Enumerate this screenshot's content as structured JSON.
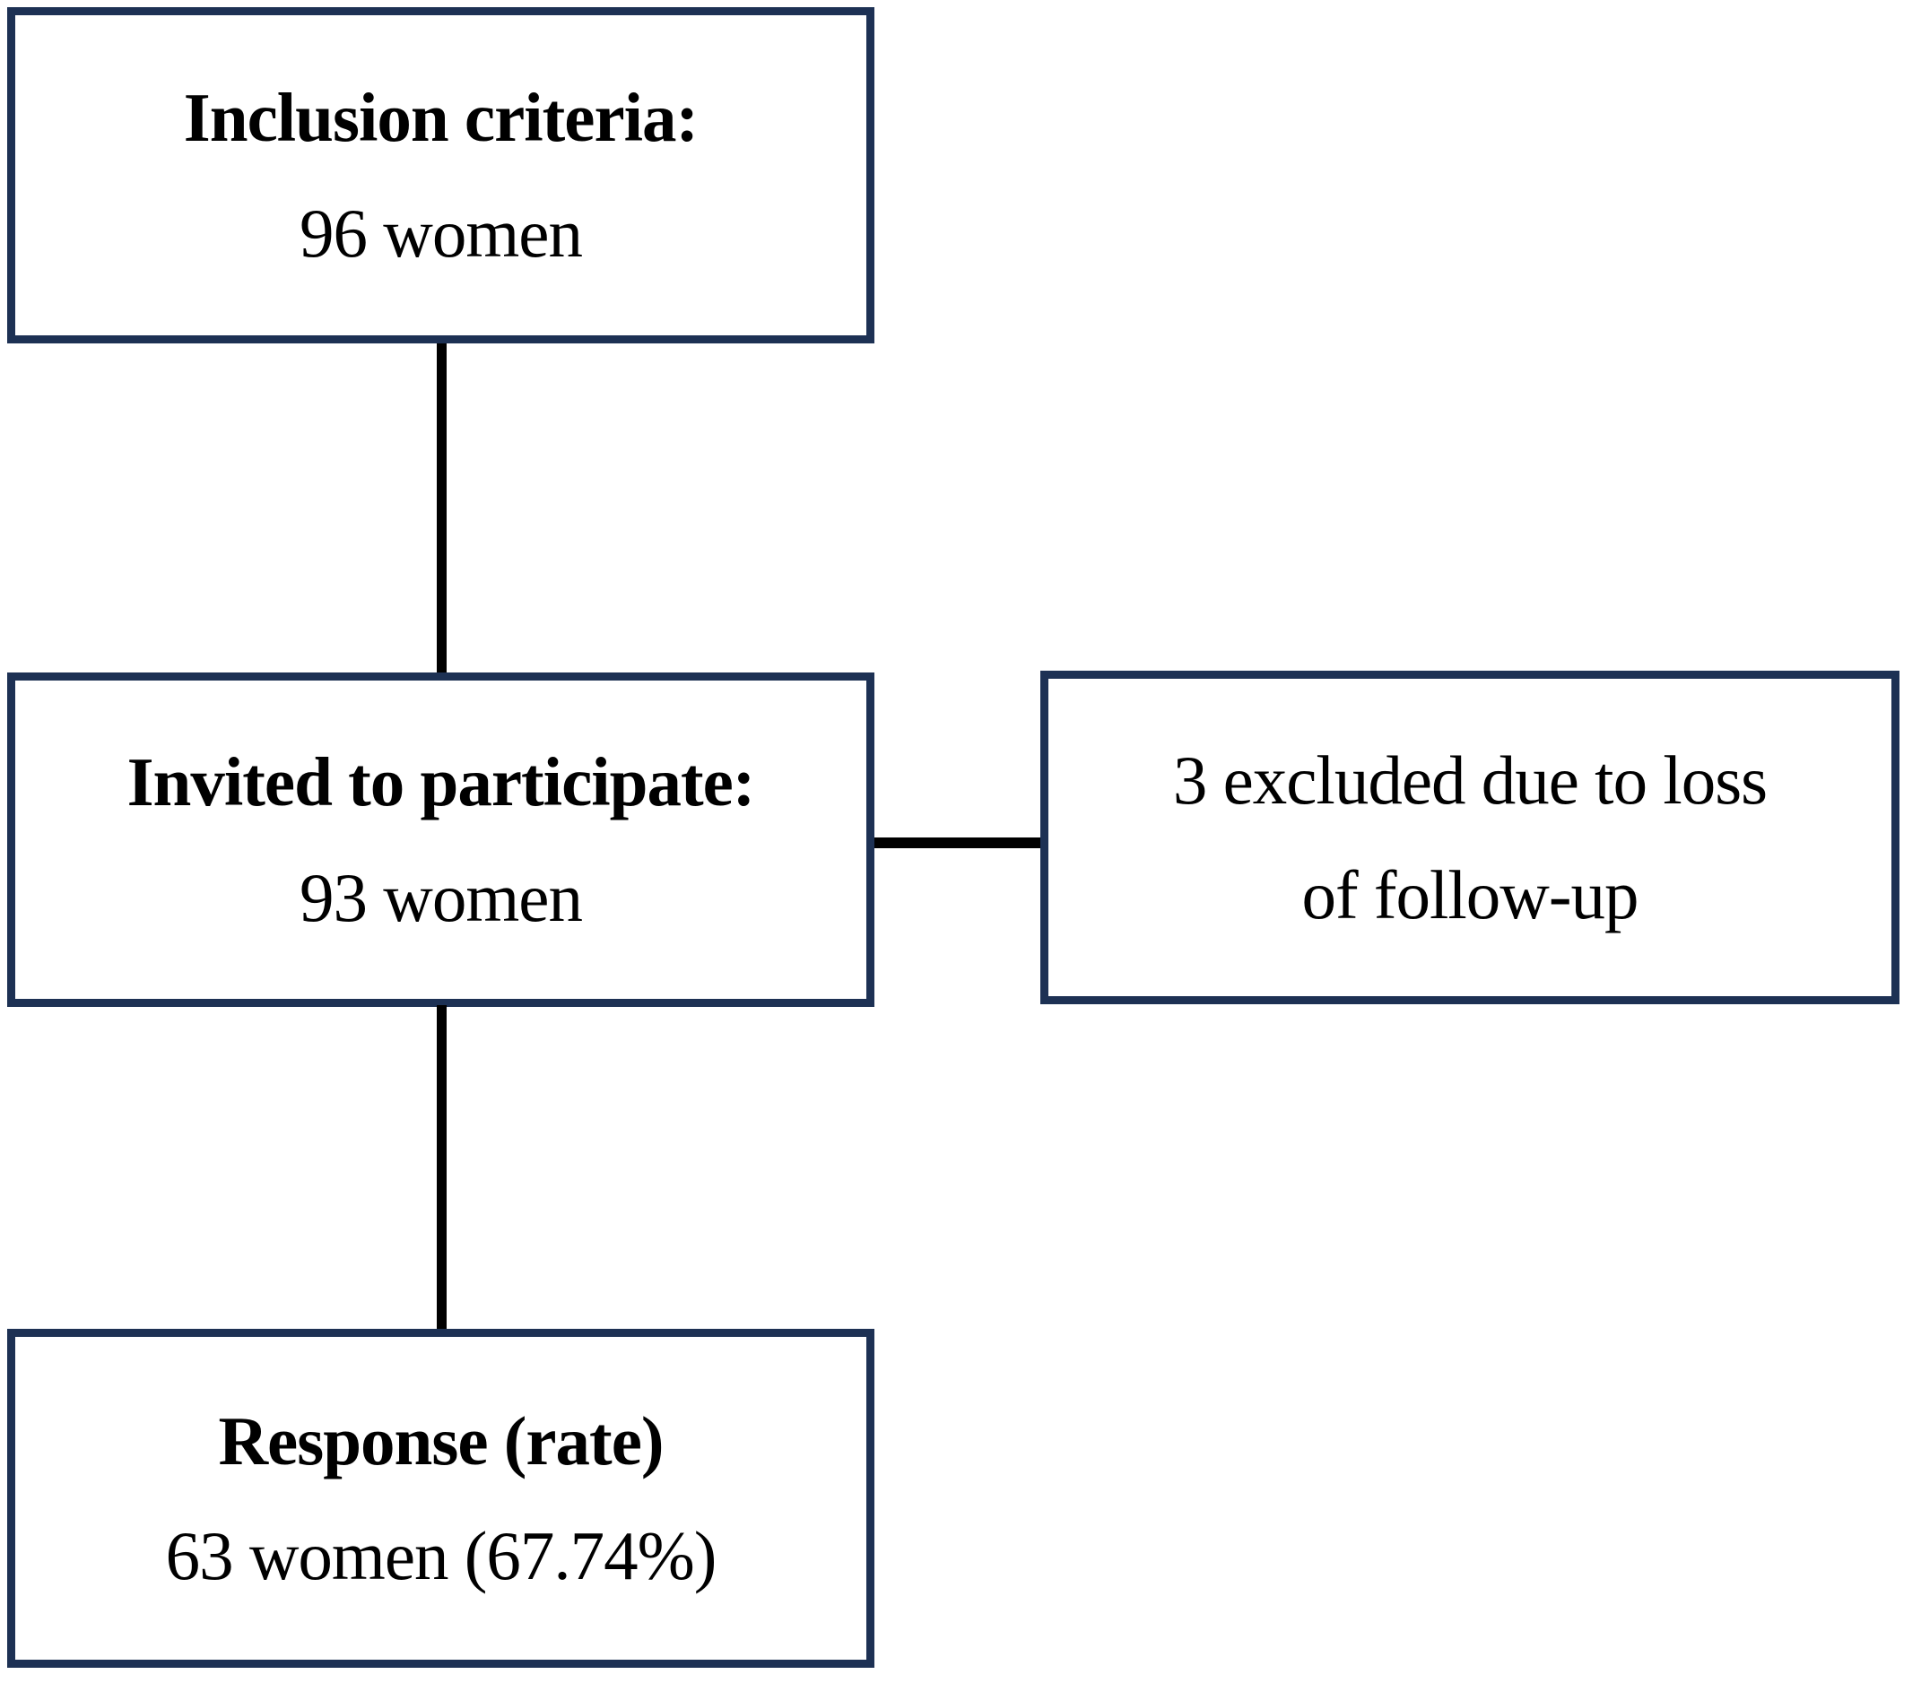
{
  "diagram": {
    "type": "flowchart",
    "colors": {
      "box_border": "#1d3154",
      "connector": "#000000",
      "text": "#000000",
      "background": "#ffffff"
    },
    "boxes": {
      "inclusion": {
        "line1": "Inclusion criteria:",
        "line2": "96 women"
      },
      "invited": {
        "line1": "Invited to participate:",
        "line2": "93 women"
      },
      "excluded": {
        "line1": "3 excluded due to loss",
        "line2": "of follow-up"
      },
      "response": {
        "line1": "Response (rate)",
        "line2": "63 women (67.74%)"
      }
    }
  }
}
